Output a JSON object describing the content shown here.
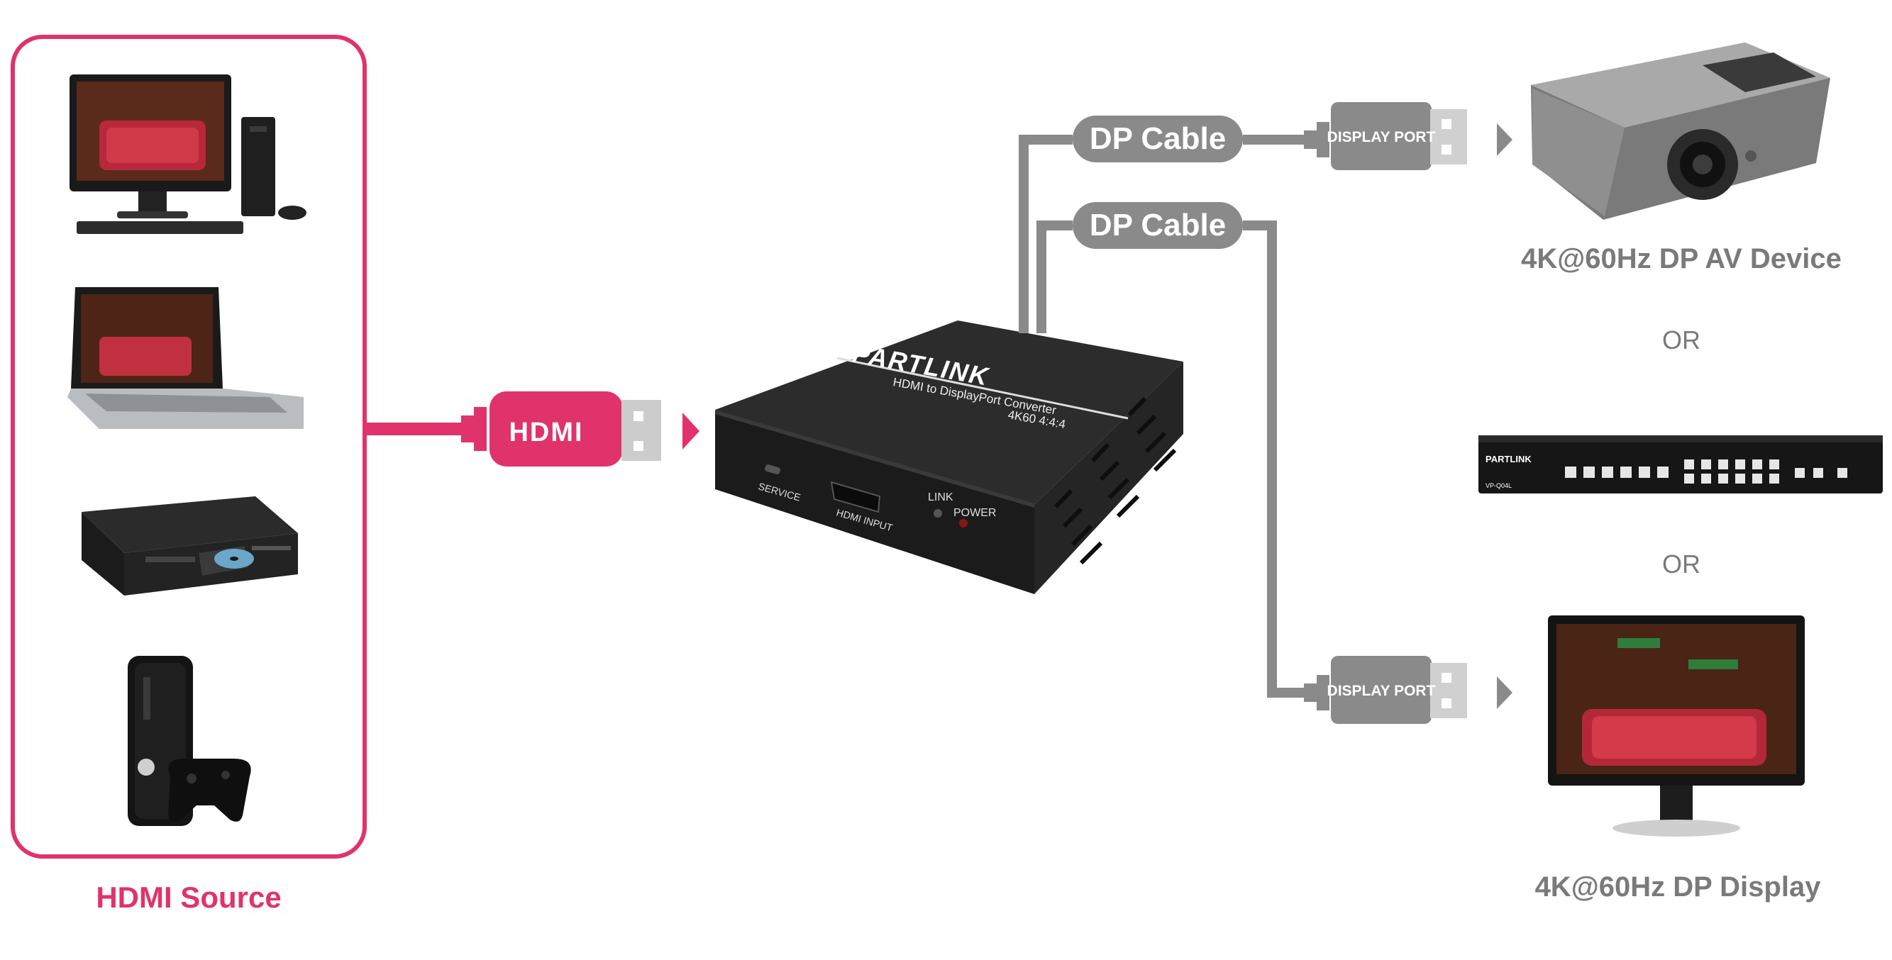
{
  "colors": {
    "accent": "#e0336b",
    "cable_gray": "#8a8a8a",
    "text_gray": "#7a7a7a",
    "device_dark": "#2a2a2a"
  },
  "source": {
    "label": "HDMI Source",
    "devices": [
      "desktop-pc-icon",
      "laptop-icon",
      "dvd-player-icon",
      "game-console-icon"
    ]
  },
  "hdmi_connector": {
    "label": "HDMI"
  },
  "converter": {
    "brand": "PARTLINK",
    "model_line1": "HDMI to DisplayPort Converter",
    "model_line2": "4K60 4:4:4",
    "port_service": "SERVICE",
    "port_hdmi_input": "HDMI INPUT",
    "led_link": "LINK",
    "led_power": "POWER"
  },
  "cables": {
    "top_label": "DP Cable",
    "bottom_label": "DP Cable"
  },
  "dp_connectors": {
    "top_label": "DISPLAY PORT",
    "bottom_label": "DISPLAY PORT"
  },
  "outputs": {
    "av_device_label": "4K@60Hz DP AV Device",
    "or_1": "OR",
    "or_2": "OR",
    "display_label": "4K@60Hz DP Display",
    "rack_brand": "PARTLINK",
    "rack_model": "VP-Q04L"
  }
}
